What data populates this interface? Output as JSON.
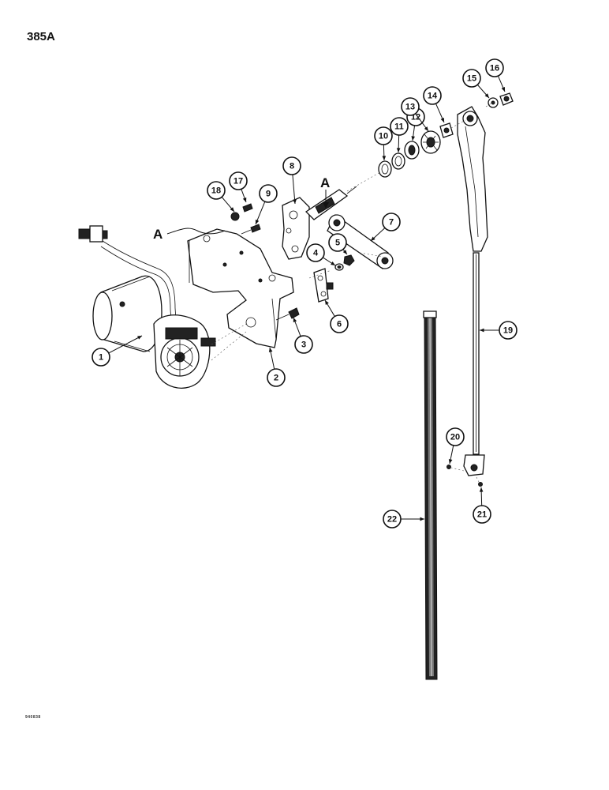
{
  "page": {
    "title": "385A",
    "doc_code": "940838"
  },
  "section_letters": [
    "A",
    "A"
  ],
  "callouts": [
    {
      "n": "1"
    },
    {
      "n": "2"
    },
    {
      "n": "3"
    },
    {
      "n": "4"
    },
    {
      "n": "5"
    },
    {
      "n": "6"
    },
    {
      "n": "7"
    },
    {
      "n": "8"
    },
    {
      "n": "9"
    },
    {
      "n": "10"
    },
    {
      "n": "11"
    },
    {
      "n": "12"
    },
    {
      "n": "13"
    },
    {
      "n": "14"
    },
    {
      "n": "15"
    },
    {
      "n": "16"
    },
    {
      "n": "17"
    },
    {
      "n": "18"
    },
    {
      "n": "19"
    },
    {
      "n": "20"
    },
    {
      "n": "21"
    },
    {
      "n": "22"
    }
  ]
}
